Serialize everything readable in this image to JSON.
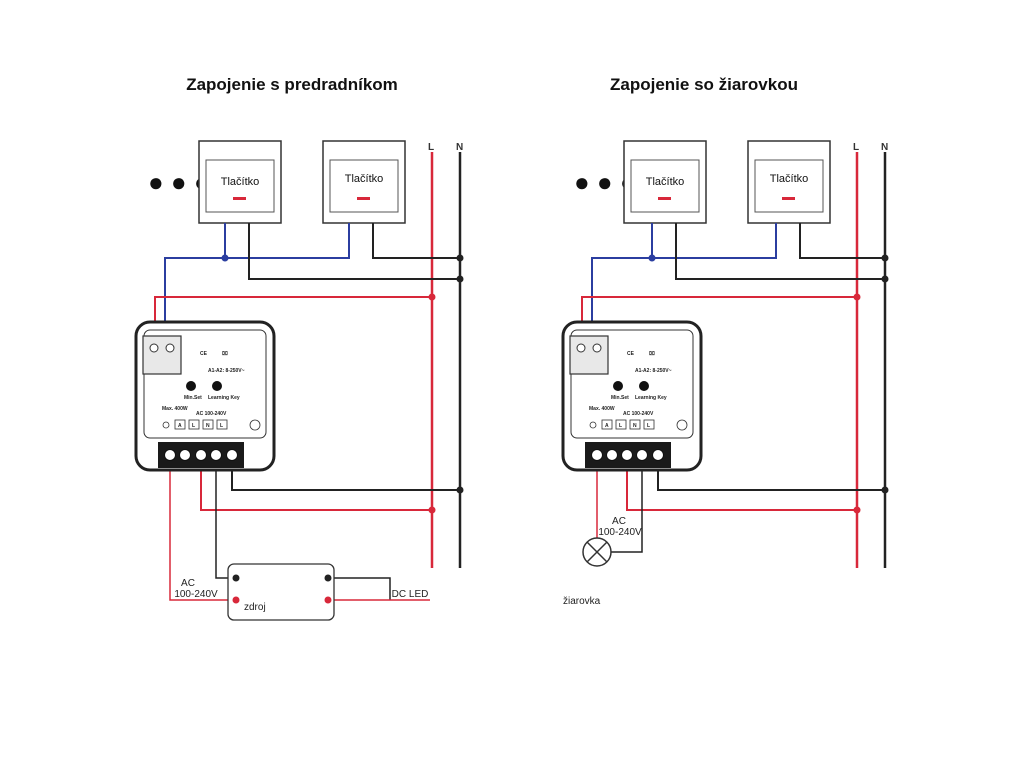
{
  "left": {
    "title": "Zapojenie s predradníkom",
    "button1_label": "Tlačítko",
    "button2_label": "Tlačítko",
    "bus_l": "L",
    "bus_n": "N",
    "ac_label": "AC",
    "ac_range": "100-240V",
    "psu_label": "zdroj",
    "dc_label": "DC LED"
  },
  "right": {
    "title": "Zapojenie so žiarovkou",
    "button1_label": "Tlačítko",
    "button2_label": "Tlačítko",
    "bus_l": "L",
    "bus_n": "N",
    "ac_label": "AC",
    "ac_range": "100-240V",
    "lamp_label": "žiarovka"
  },
  "device": {
    "freq_label": "A1-A2: 8-250V~",
    "min_set": "Min.Set",
    "learning_key": "Learning Key",
    "max_label": "Max. 400W",
    "ac_label": "AC 100-240V",
    "terminal_labels": [
      "A",
      "L",
      "N",
      "L"
    ],
    "ce_mark": "CE"
  },
  "colors": {
    "live": "#d8283a",
    "neutral": "#222222",
    "switch": "#2b3ea0",
    "device_body": "#ffffff",
    "device_outline": "#222222"
  },
  "dots_glyph": "● ● ●"
}
